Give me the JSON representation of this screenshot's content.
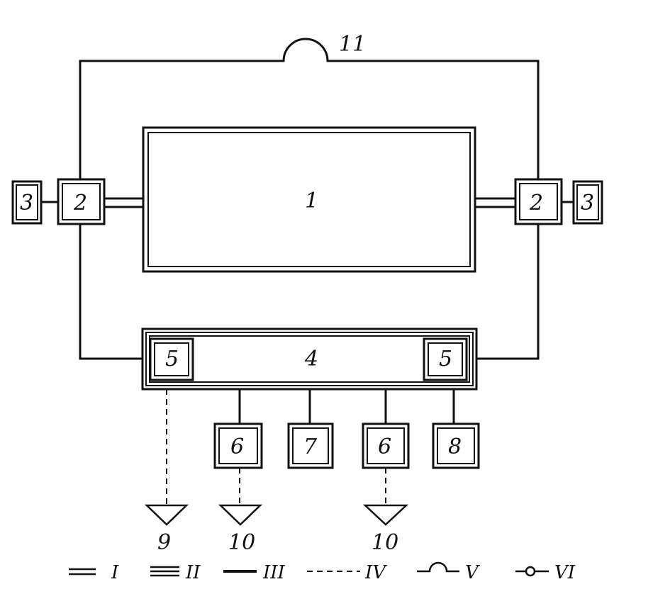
{
  "diagram": {
    "blocks": {
      "b1": "1",
      "b2_left": "2",
      "b2_right": "2",
      "b3_left": "3",
      "b3_right": "3",
      "b4": "4",
      "b5_left": "5",
      "b5_right": "5",
      "b6_a": "6",
      "b7": "7",
      "b6_b": "6",
      "b8": "8"
    },
    "terminals": {
      "t9": "9",
      "t10_a": "10",
      "t10_b": "10"
    },
    "arc_label": "11"
  },
  "legend": [
    {
      "symbol": "double-line",
      "label": "I"
    },
    {
      "symbol": "triple-line",
      "label": "II"
    },
    {
      "symbol": "thick-line",
      "label": "III"
    },
    {
      "symbol": "dashed-line",
      "label": "IV"
    },
    {
      "symbol": "line-with-arc",
      "label": "V"
    },
    {
      "symbol": "line-with-circle",
      "label": "VI"
    }
  ]
}
